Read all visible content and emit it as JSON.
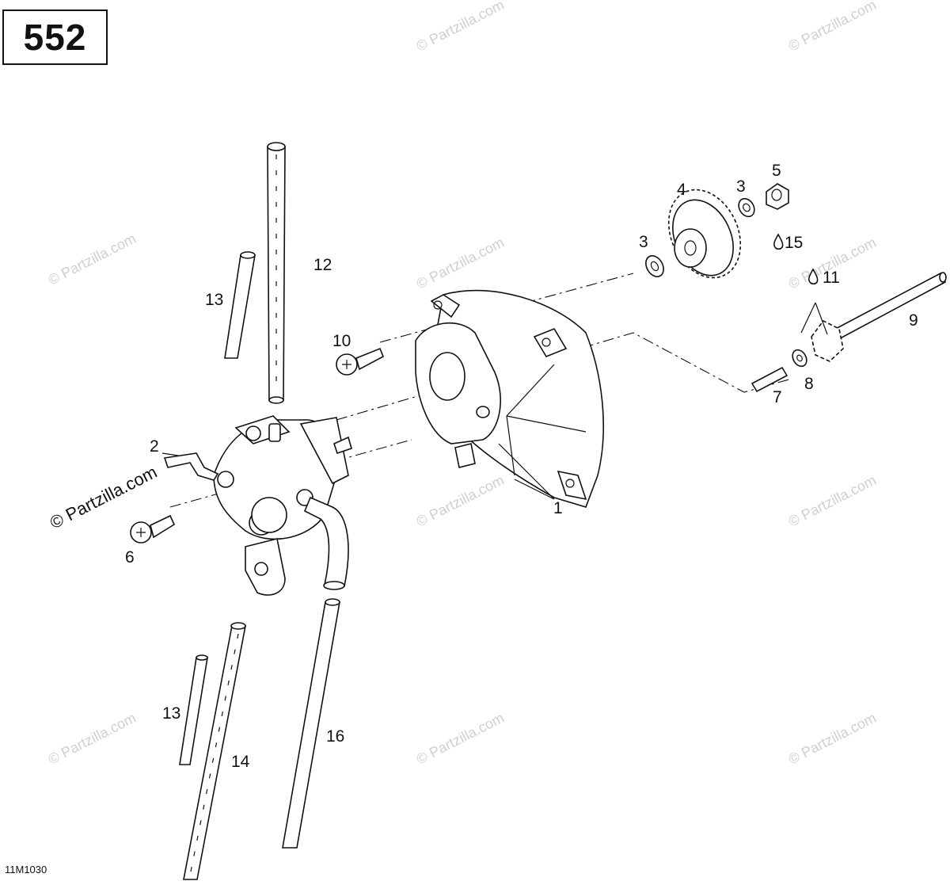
{
  "page_number": "552",
  "drawing_ref": "11M1030",
  "watermark": "© Partzilla.com",
  "callouts": [
    {
      "id": "c1",
      "text": "1"
    },
    {
      "id": "c2",
      "text": "2"
    },
    {
      "id": "c3a",
      "text": "3"
    },
    {
      "id": "c3b",
      "text": "3"
    },
    {
      "id": "c4",
      "text": "4"
    },
    {
      "id": "c5",
      "text": "5"
    },
    {
      "id": "c6",
      "text": "6"
    },
    {
      "id": "c7",
      "text": "7"
    },
    {
      "id": "c8",
      "text": "8"
    },
    {
      "id": "c9",
      "text": "9"
    },
    {
      "id": "c10",
      "text": "10"
    },
    {
      "id": "c11",
      "text": "11"
    },
    {
      "id": "c12",
      "text": "12"
    },
    {
      "id": "c13a",
      "text": "13"
    },
    {
      "id": "c13b",
      "text": "13"
    },
    {
      "id": "c14",
      "text": "14"
    },
    {
      "id": "c15",
      "text": "15"
    },
    {
      "id": "c16",
      "text": "16"
    }
  ]
}
